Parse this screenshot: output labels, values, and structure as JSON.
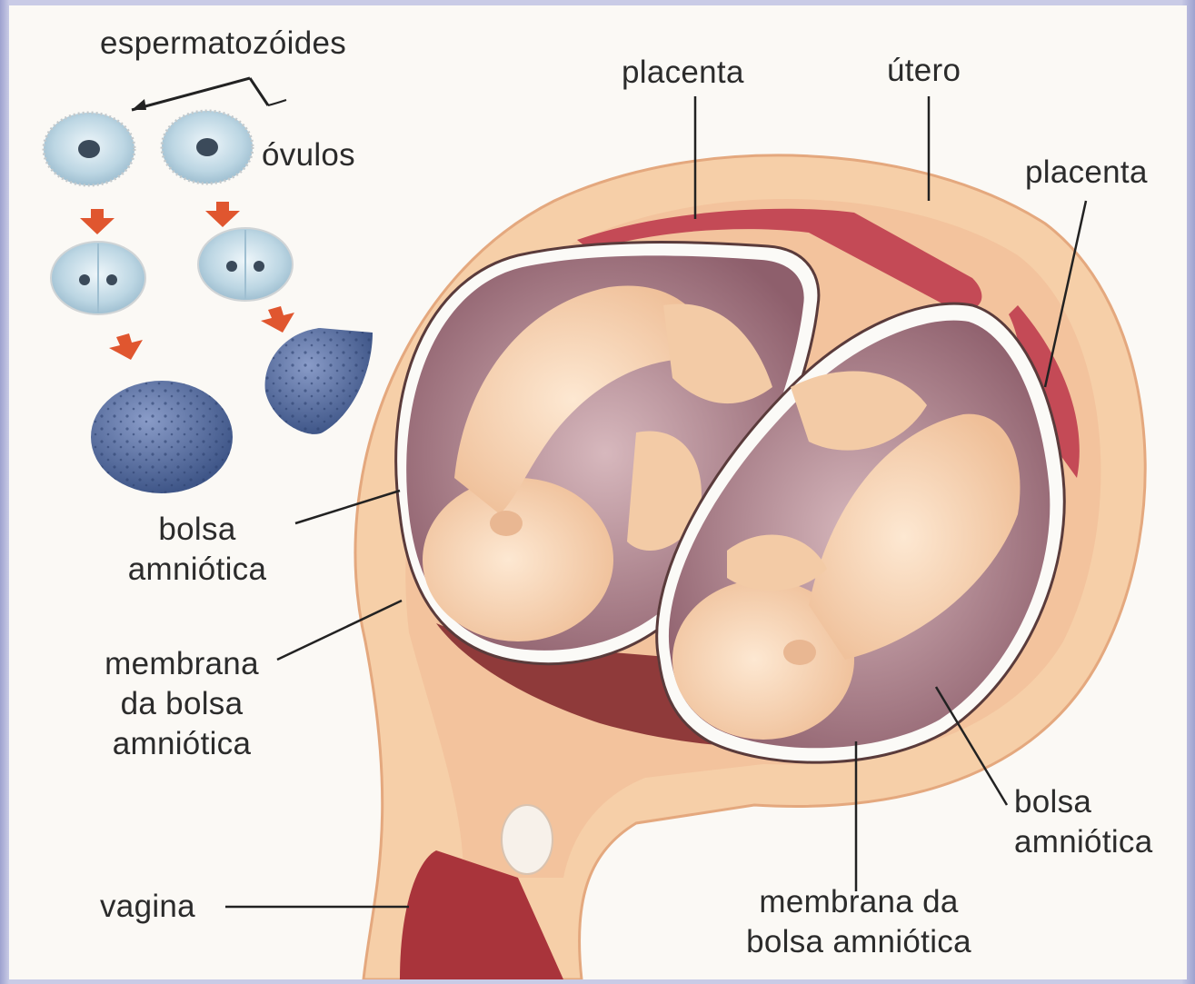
{
  "labels": {
    "espermatozoides": "espermatozóides",
    "ovulos": "óvulos",
    "placenta_top": "placenta",
    "utero": "útero",
    "placenta_right": "placenta",
    "bolsa_left_1": "bolsa",
    "bolsa_left_2": "amniótica",
    "membrana_left_1": "membrana",
    "membrana_left_2": "da bolsa",
    "membrana_left_3": "amniótica",
    "vagina": "vagina",
    "bolsa_right_1": "bolsa",
    "bolsa_right_2": "amniótica",
    "membrana_bottom_1": "membrana da",
    "membrana_bottom_2": "bolsa amniótica"
  },
  "colors": {
    "background_frame": "#9ea2cf",
    "paper": "#fbf9f5",
    "uterus_wall": "#f4c49a",
    "placenta": "#c84a55",
    "amniotic_fluid": "#b48c96",
    "fetus": "#f8d6b4",
    "egg_cell": "#cfe3ec",
    "blastocyst": "#5d74a8",
    "arrow": "#e0562f"
  }
}
